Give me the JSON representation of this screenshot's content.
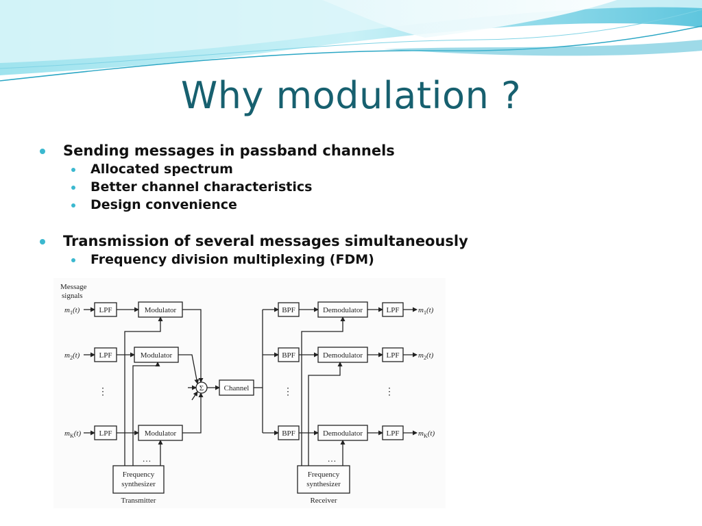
{
  "slide": {
    "title": "Why modulation ?",
    "accent_color": "#3bb8cf",
    "title_color": "#17606f",
    "bullets": [
      {
        "text": "Sending messages in passband channels",
        "sub": [
          "Allocated spectrum",
          "Better channel characteristics",
          "Design convenience"
        ]
      },
      {
        "text": "Transmission of several messages simultaneously",
        "sub": [
          "Frequency division multiplexing (FDM)"
        ]
      }
    ]
  },
  "diagram": {
    "header": [
      "Message",
      "signals"
    ],
    "inputs": [
      {
        "m": "m",
        "sub": "1",
        "arg": "(t)"
      },
      {
        "m": "m",
        "sub": "2",
        "arg": "(t)"
      },
      {
        "m": "m",
        "sub": "K",
        "arg": "(t)"
      }
    ],
    "outputs": [
      {
        "m": "m",
        "sub": "1",
        "arg": "(t)"
      },
      {
        "m": "m",
        "sub": "2",
        "arg": "(t)"
      },
      {
        "m": "m",
        "sub": "K",
        "arg": "(t)"
      }
    ],
    "lpf": "LPF",
    "bpf": "BPF",
    "modulator": "Modulator",
    "demodulator": "Demodulator",
    "sum": "Σ",
    "channel": "Channel",
    "synth": [
      "Frequency",
      "synthesizer"
    ],
    "transmitter": "Transmitter",
    "receiver": "Receiver",
    "vdots": "⋮",
    "hdots": "…"
  }
}
